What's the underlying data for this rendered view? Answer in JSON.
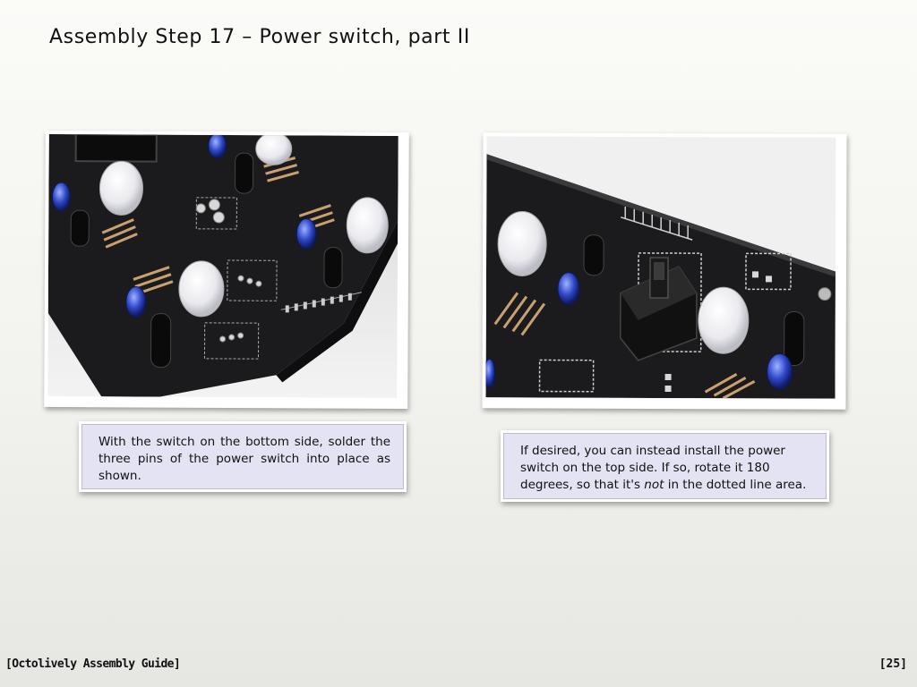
{
  "slide": {
    "title": "Assembly Step 17 – Power switch, part II"
  },
  "photos": {
    "left": {
      "description_icon": "pcb-bottom-side-photo"
    },
    "right": {
      "description_icon": "pcb-top-side-photo"
    }
  },
  "captions": {
    "left": "With the switch on the bottom side, solder the three pins of the power switch into place as shown.",
    "right_part1": "If desired, you can instead install the power switch on the top side.  If so, rotate it 180 degrees, so that it's ",
    "right_emph": "not",
    "right_part2": " in the dotted line area."
  },
  "footer": {
    "guide_name": "[Octolively Assembly Guide]",
    "page_number": "[25]"
  },
  "colors": {
    "caption_bg": "#e3e3f3",
    "pcb": "#1c1c1e"
  }
}
